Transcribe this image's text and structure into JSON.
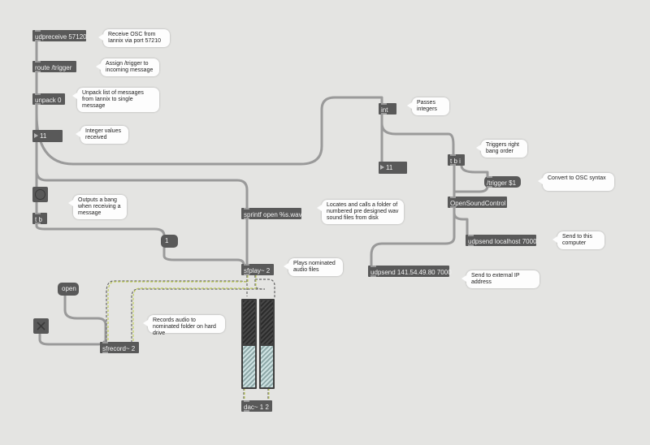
{
  "objects": {
    "udpreceive": "udpreceive 57120",
    "route": "route /trigger",
    "unpack": "unpack 0",
    "tb": "t b",
    "int": "int",
    "tbi": "t b i",
    "trigger_msg": "/trigger $1",
    "osc": "OpenSoundControl",
    "udpsend_local": "udpsend localhost 7000",
    "udpsend_ext": "udpsend 141.54.49.80 7000",
    "sprintf": "sprintf open %s.wav",
    "sfplay": "sfplay~ 2",
    "sfrecord": "sfrecord~ 2",
    "dac": "dac~ 1 2"
  },
  "numbers": {
    "left": "11",
    "right": "11"
  },
  "messages": {
    "one": "1",
    "open": "open"
  },
  "comments": {
    "c1": "Receive OSC from Iannix via port 57210",
    "c2": "Assign /trigger to incoming message",
    "c3": "Unpack list of messages from Iannix to single message",
    "c4": "Integer values received",
    "c5": "Outputs a bang when receiving a message",
    "c6": "Passes integers",
    "c7": "Triggers right bang order",
    "c8": "Convert to OSC syntax",
    "c9": "Locates and calls a folder of numbered pre designed wav sound files from disk",
    "c10": "Send to this computer",
    "c11": "Send to external IP address",
    "c12": "Plays nominated audio files",
    "c13": "Records audio to nominated folder on hard drive"
  },
  "meters": {
    "left_level": 0.48,
    "right_level": 0.48
  },
  "colors": {
    "background": "#e4e4e2",
    "object": "#595959",
    "cord": "#9a9a9a",
    "signal_cord": "#c2cf5c"
  }
}
